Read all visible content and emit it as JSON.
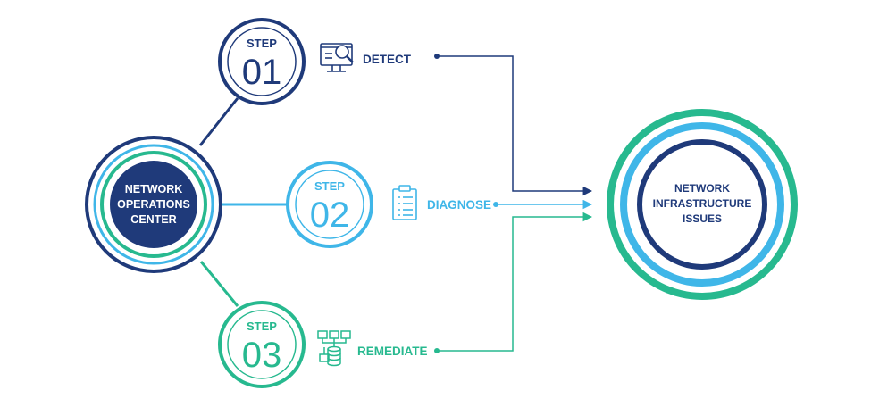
{
  "center": {
    "lines": [
      "NETWORK",
      "OPERATIONS",
      "CENTER"
    ]
  },
  "steps": [
    {
      "word": "STEP",
      "number": "01",
      "action": "DETECT",
      "icon": "monitor-magnifier-icon"
    },
    {
      "word": "STEP",
      "number": "02",
      "action": "DIAGNOSE",
      "icon": "clipboard-list-icon"
    },
    {
      "word": "STEP",
      "number": "03",
      "action": "REMEDIATE",
      "icon": "server-database-icon"
    }
  ],
  "target": {
    "lines": [
      "NETWORK",
      "INFRASTRUCTURE",
      "ISSUES"
    ]
  },
  "colors": {
    "navy": "#1f3a7a",
    "sky": "#3fb6e8",
    "teal": "#27b98f"
  }
}
